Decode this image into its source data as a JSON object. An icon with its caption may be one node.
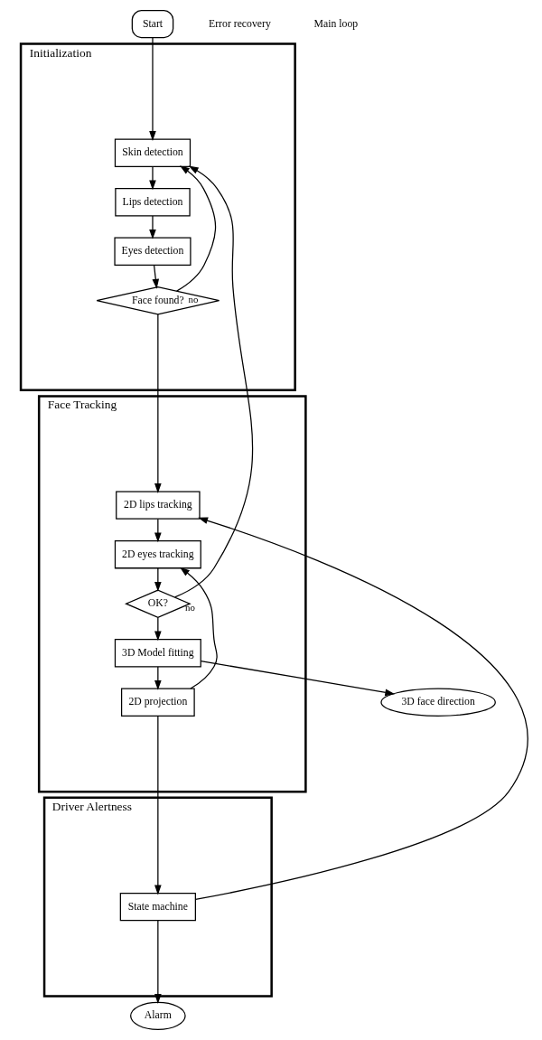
{
  "diagram": {
    "nodes": [
      {
        "text": [
          "Start"
        ]
      },
      {
        "text": [
          "Initialization"
        ]
      },
      {
        "text": [
          "Skin detection"
        ],
        "in": 1
      },
      {
        "text": [
          "Lips detection"
        ],
        "in": 1
      },
      {
        "text": [
          "Eyes detection"
        ],
        "in": 1
      },
      {
        "text": [
          "Face found?"
        ],
        "in": 1
      },
      {
        "text": [
          "Face Tracking"
        ]
      },
      {
        "text": [
          "2D lips tracking"
        ],
        "in": 6
      },
      {
        "text": [
          "2D eyes tracking"
        ],
        "in": 6
      },
      {
        "text": [
          "OK?"
        ],
        "in": 6
      },
      {
        "text": [
          "3D Model fitting"
        ],
        "in": 6
      },
      {
        "text": [
          "2D projection"
        ],
        "in": 6
      },
      {
        "text": [
          "3D face direction"
        ]
      },
      {
        "text": [
          "Driver Alertness"
        ]
      },
      {
        "text": [
          "State machine"
        ],
        "in": 13
      },
      {
        "text": [
          "Alarm"
        ]
      }
    ],
    "edges": [
      {
        "from": 0,
        "to": 2,
        "arrow": "to"
      },
      {
        "from": 2,
        "to": 3,
        "arrow": "to"
      },
      {
        "from": 3,
        "to": 4,
        "arrow": "to"
      },
      {
        "from": 4,
        "to": 5,
        "arrow": "to"
      },
      {
        "from": 5,
        "to": 2,
        "arrow": "to",
        "label": "no"
      },
      {
        "from": 5,
        "to": 7,
        "arrow": "to"
      },
      {
        "from": 7,
        "to": 8,
        "arrow": "to"
      },
      {
        "from": 8,
        "to": 9,
        "arrow": "to"
      },
      {
        "from": 9,
        "to": 2,
        "arrow": "to",
        "label": "no"
      },
      {
        "from": 9,
        "to": 10,
        "arrow": "to"
      },
      {
        "from": 10,
        "to": 11,
        "arrow": "to"
      },
      {
        "from": 10,
        "to": 12,
        "arrow": "to"
      },
      {
        "from": 11,
        "to": 8,
        "arrow": "to"
      },
      {
        "from": 11,
        "to": 14,
        "arrow": "to"
      },
      {
        "from": 14,
        "to": 15,
        "arrow": "to"
      },
      {
        "from": 14,
        "to": 7,
        "arrow": "to"
      }
    ],
    "labels": [
      "Error recovery",
      "Main loop"
    ]
  }
}
